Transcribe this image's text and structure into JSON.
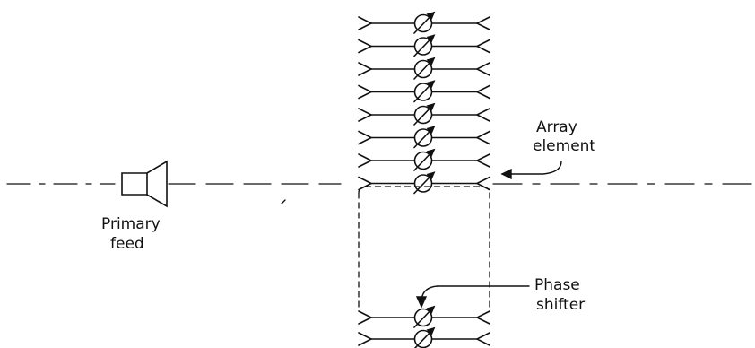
{
  "labels": {
    "array_element_line1": "Array",
    "array_element_line2": "element",
    "primary_feed_line1": "Primary",
    "primary_feed_line2": "feed",
    "phase_shifter_line1": "Phase",
    "phase_shifter_line2": "shifter"
  },
  "array": {
    "upper_element_count": 8,
    "lower_element_count": 2
  },
  "colors": {
    "ink": "#111111",
    "background": "#ffffff"
  }
}
